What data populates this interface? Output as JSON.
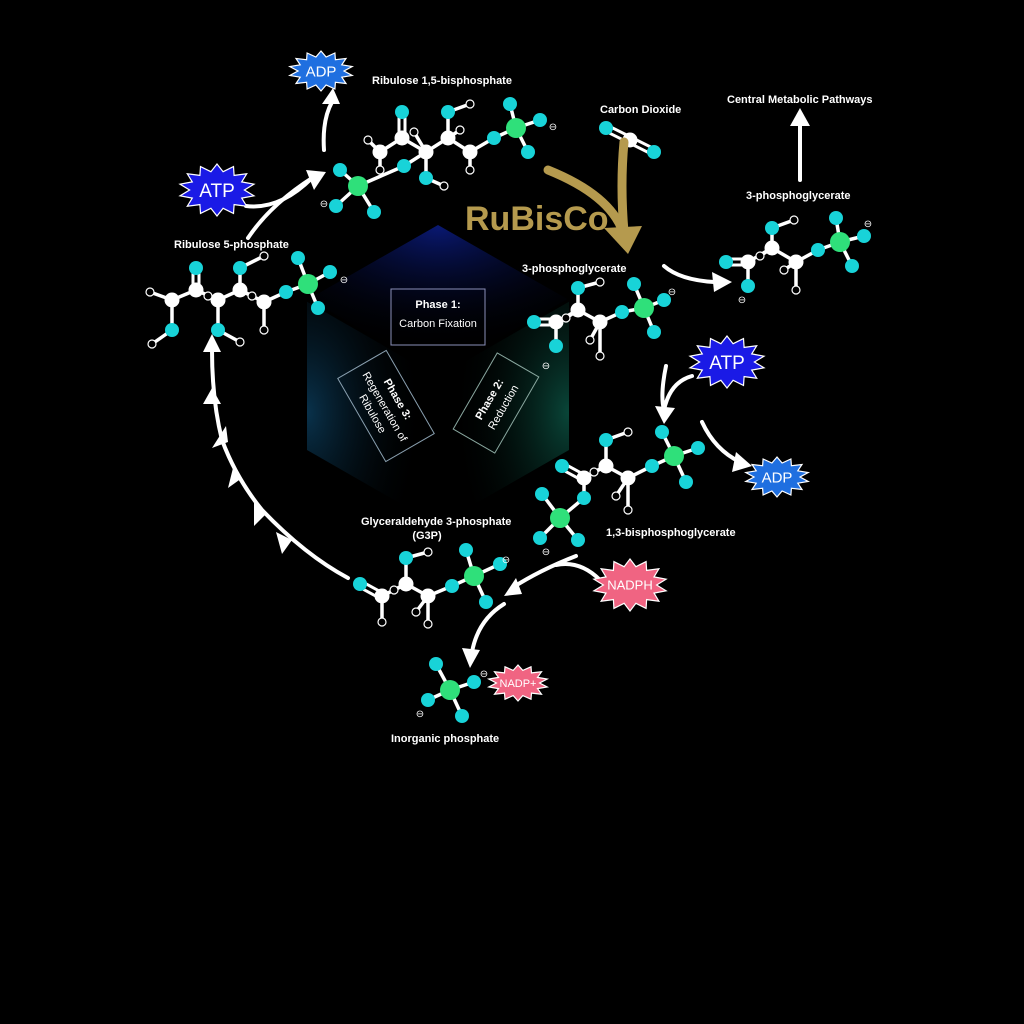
{
  "labels": {
    "rubp": "Ribulose 1,5-bisphosphate",
    "co2": "Carbon Dioxide",
    "cmp": "Central Metabolic Pathways",
    "pga_out": "3-phosphoglycerate",
    "pga_in": "3-phosphoglycerate",
    "bpg": "1,3-bisphosphoglycerate",
    "g3p_line1": "Glyceraldehyde 3-phosphate",
    "g3p_line2": "(G3P)",
    "pi": "Inorganic phosphate",
    "ru5p": "Ribulose 5-phosphate"
  },
  "enzyme": "RuBisCo",
  "phases": {
    "p1": {
      "title": "Phase 1:",
      "line1": "Carbon Fixation"
    },
    "p2": {
      "title": "Phase 2:",
      "line1": "Reduction"
    },
    "p3": {
      "title": "Phase 3:",
      "line1": "Regeneration of",
      "line2": "Ribulose"
    }
  },
  "tokens": {
    "adp_top": "ADP",
    "atp_left": "ATP",
    "atp_right": "ATP",
    "adp_right": "ADP",
    "nadph": "NADPH",
    "nadp": "NADP+"
  },
  "charge_symbol": "⊖",
  "colors": {
    "background": "#000000",
    "carbon": "#ffffff",
    "oxygen": "#18d3d8",
    "phosphorus": "#2fe07a",
    "atp": "#1a1ae6",
    "adp": "#1f6fe0",
    "nadph": "#f06482",
    "rubisco": "#b59a4e",
    "arrow": "#ffffff"
  }
}
